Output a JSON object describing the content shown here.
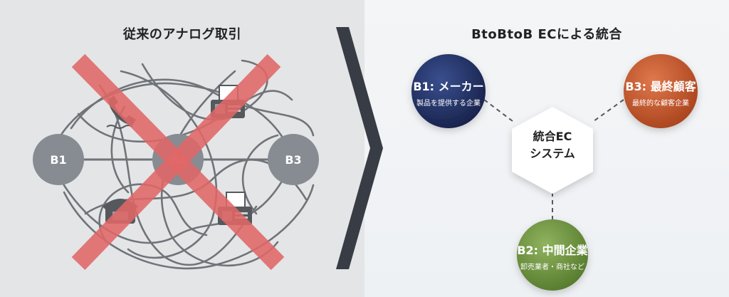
{
  "left": {
    "title": "従来のアナログ取引",
    "nodes": [
      "B1",
      "B2",
      "B3"
    ]
  },
  "right": {
    "title": "BtoBtoB ECによる統合",
    "center": {
      "line1": "統合EC",
      "line2": "システム"
    },
    "b1": {
      "title": "B1: メーカー",
      "sub": "製品を提供する企業"
    },
    "b2": {
      "title": "B2: 中間企業",
      "sub": "卸売業者・商社など"
    },
    "b3": {
      "title": "B3: 最終顧客",
      "sub": "最終的な顧客企業"
    }
  },
  "colors": {
    "b1": "#1e2b5c",
    "b2": "#6b8f3e",
    "b3": "#c4552a",
    "cross": "#e06666",
    "node_gray": "#878b92"
  }
}
